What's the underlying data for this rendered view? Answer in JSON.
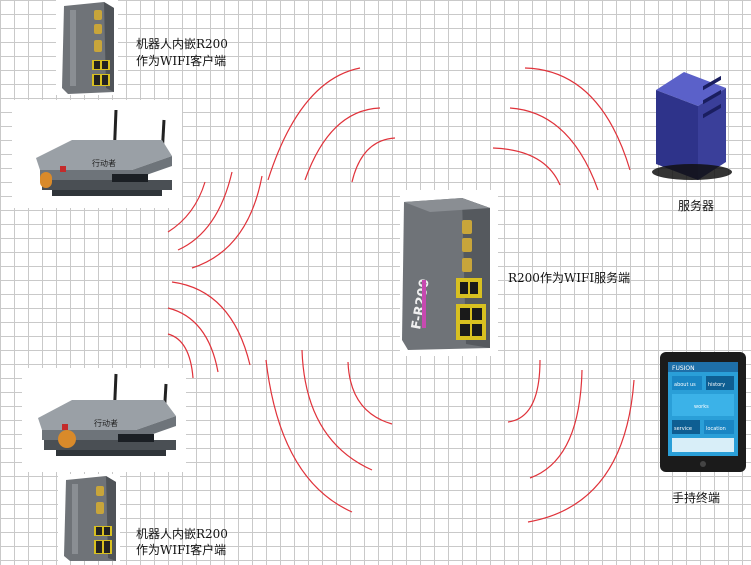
{
  "labels": {
    "robot_client_top_line1": "机器人内嵌R200",
    "robot_client_top_line2": "作为WIFI客户端",
    "robot_client_bottom_line1": "机器人内嵌R200",
    "robot_client_bottom_line2": "作为WIFI客户端",
    "server_ap": "R200作为WIFI服务端",
    "server": "服务器",
    "handheld": "手持终端"
  },
  "robot_nameplate": "行动者",
  "router_brand": "F-R200",
  "tablet_screen": {
    "nav": "FUSION",
    "tiles": [
      "about us",
      "history",
      "works",
      "service",
      "location"
    ]
  },
  "colors": {
    "wave": "#e0323a",
    "grid": "#c9c9c9",
    "router_body": "#6f7378",
    "router_port_accent": "#d8c020",
    "server_body": "#3a3f9a",
    "tablet_screen": "#2a9fd8"
  },
  "icons": [
    "router-device-icon",
    "robot-chassis-icon",
    "server-tower-icon",
    "tablet-device-icon"
  ]
}
